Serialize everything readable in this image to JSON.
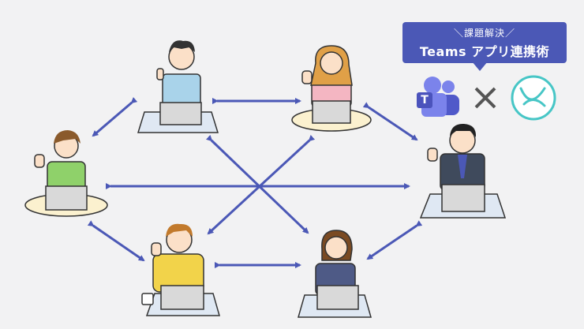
{
  "callout": {
    "subtitle": "＼課題解決／",
    "title": "Teams アプリ連携術"
  },
  "logos": {
    "teams_letter": "T",
    "times_symbol": "×"
  },
  "icons": [
    "microsoft-teams-icon",
    "times-icon",
    "partner-app-logo-icon"
  ],
  "colors": {
    "background": "#f2f2f3",
    "accent": "#4b58b6",
    "arrow": "#4b58b6",
    "desk": "#dfe8f3",
    "desk_yellow": "#fbf1cf"
  }
}
